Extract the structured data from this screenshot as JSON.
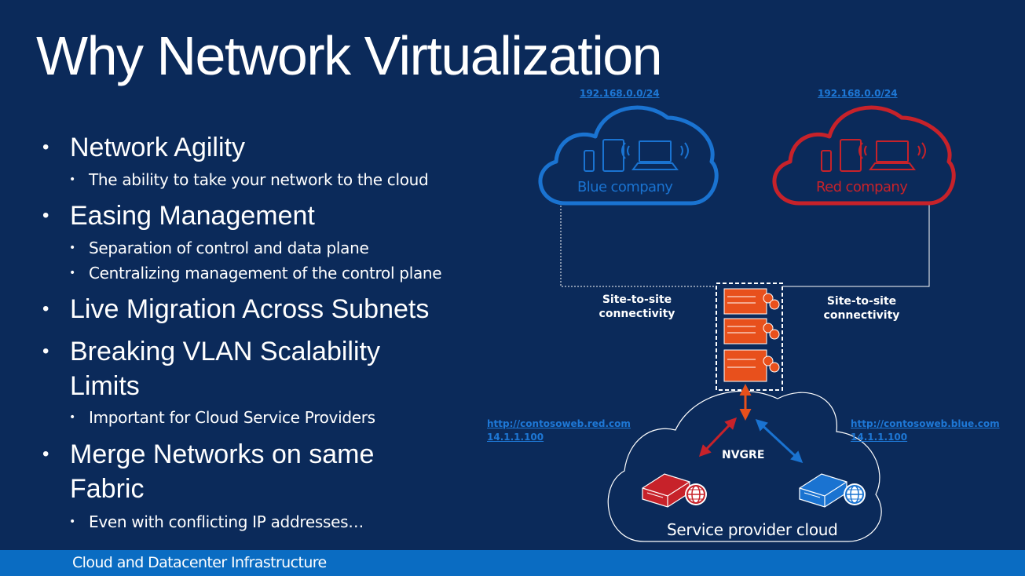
{
  "title": "Why Network Virtualization",
  "bullets": [
    {
      "text": "Network Agility",
      "sub": [
        "The ability to take your network to the cloud"
      ]
    },
    {
      "text": "Easing Management",
      "sub": [
        "Separation of control and data plane",
        "Centralizing management of the control plane"
      ]
    },
    {
      "text": "Live Migration Across Subnets",
      "sub": []
    },
    {
      "text": "Breaking VLAN Scalability Limits",
      "sub": [
        "Important for Cloud Service Providers"
      ]
    },
    {
      "text": "Merge Networks on same Fabric",
      "sub": [
        "Even with conflicting IP addresses…"
      ]
    }
  ],
  "diagram": {
    "blue_cloud": {
      "subnet": "192.168.0.0/24",
      "label": "Blue company",
      "color": "#1a73d1"
    },
    "red_cloud": {
      "subnet": "192.168.0.0/24",
      "label": "Red company",
      "color": "#c7222a"
    },
    "left_connection": "Site-to-site connectivity",
    "right_connection": "Site-to-site connectivity",
    "red_site": {
      "url": "http://contosoweb.red.com",
      "ip": "14.1.1.100"
    },
    "blue_site": {
      "url": "http://contosoweb.blue.com",
      "ip": "14.1.1.100"
    },
    "protocol": "NVGRE",
    "provider_cloud": "Service provider cloud",
    "gateway_color": "#e8501c"
  },
  "footer": "Cloud and Datacenter Infrastructure"
}
